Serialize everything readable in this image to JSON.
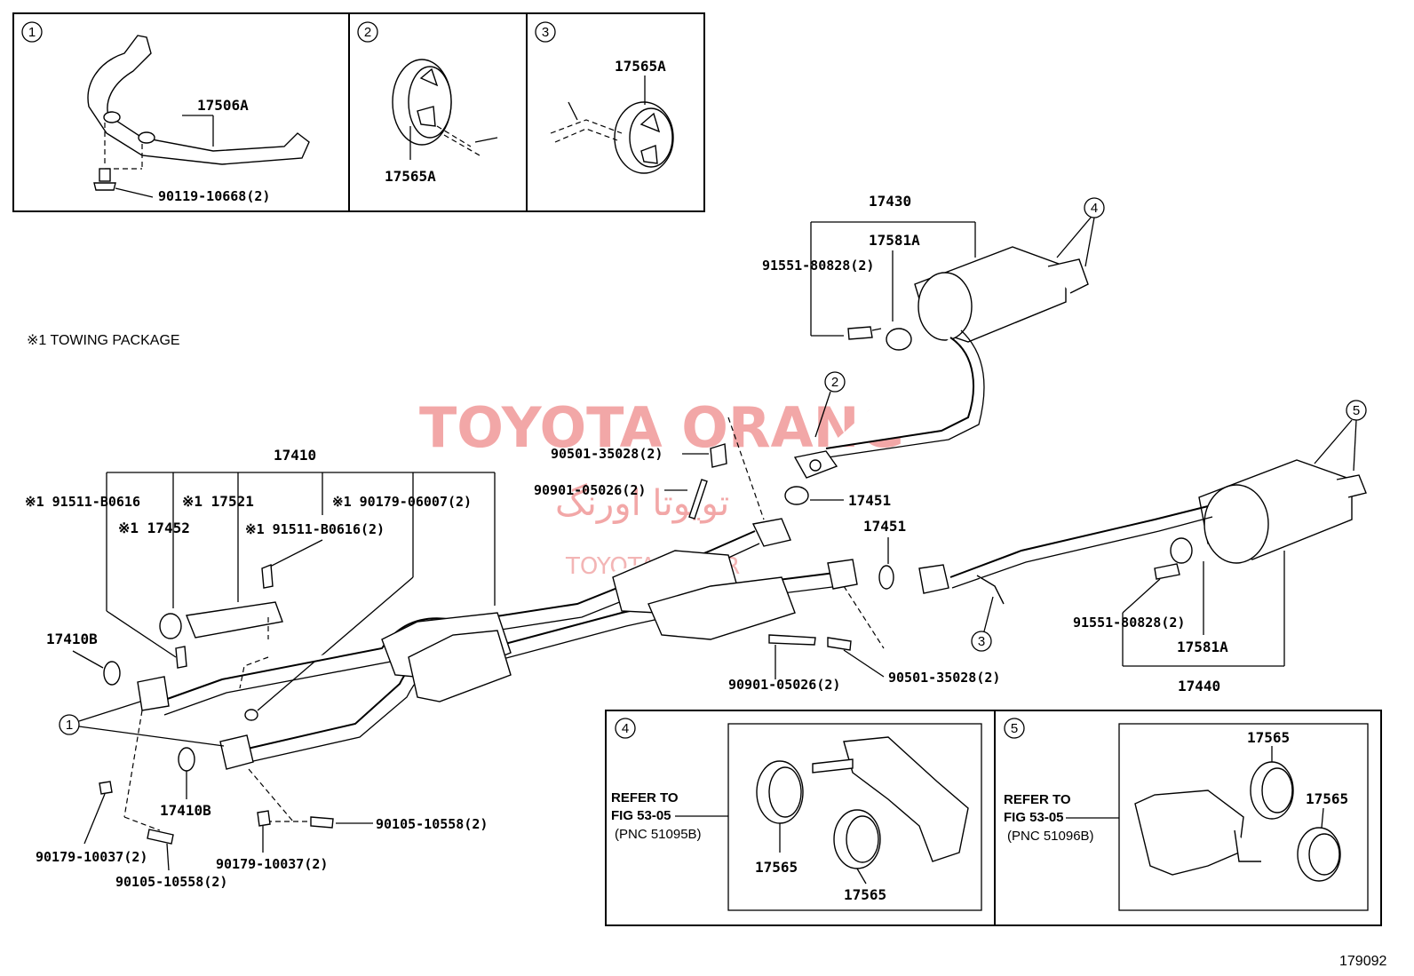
{
  "watermark": {
    "title": "TOYOTA ORANG",
    "persian": "تویوتا اورنگ",
    "url": "TOYOTAPART.IR"
  },
  "note": "※1  TOWING PACKAGE",
  "figure_number": "179092",
  "callouts": [
    "1",
    "2",
    "3",
    "4",
    "5"
  ],
  "inset1": {
    "callout": "1",
    "parts": [
      "17506A",
      "90119-10668(2)"
    ]
  },
  "inset2": {
    "callout": "2",
    "parts": [
      "17565A"
    ]
  },
  "inset3": {
    "callout": "3",
    "parts": [
      "17565A"
    ]
  },
  "inset4": {
    "callout": "4",
    "refer": [
      "REFER TO",
      "FIG 53-05",
      "(PNC 51095B)"
    ],
    "parts": [
      "17565",
      "17565"
    ]
  },
  "inset5": {
    "callout": "5",
    "refer": [
      "REFER TO",
      "FIG 53-05",
      "(PNC 51096B)"
    ],
    "parts": [
      "17565",
      "17565"
    ]
  },
  "labels": {
    "l17430": "17430",
    "l17581A_top": "17581A",
    "l91551_top": "91551-80828(2)",
    "l17410": "17410",
    "l91511_a": "※1 91511-B0616",
    "l17521": "※1 17521",
    "l90179_06007": "※1 90179-06007(2)",
    "l17452": "※1 17452",
    "l91511_b": "※1 91511-B0616(2)",
    "l17410B_a": "17410B",
    "l17410B_b": "17410B",
    "l90501_a": "90501-35028(2)",
    "l90901_a": "90901-05026(2)",
    "l17451_a": "17451",
    "l17451_b": "17451",
    "l90901_b": "90901-05026(2)",
    "l90501_b": "90501-35028(2)",
    "l91551_bot": "91551-80828(2)",
    "l17581A_bot": "17581A",
    "l17440": "17440",
    "l90179_a": "90179-10037(2)",
    "l90105_a": "90105-10558(2)",
    "l90179_b": "90179-10037(2)",
    "l90105_b": "90105-10558(2)"
  }
}
